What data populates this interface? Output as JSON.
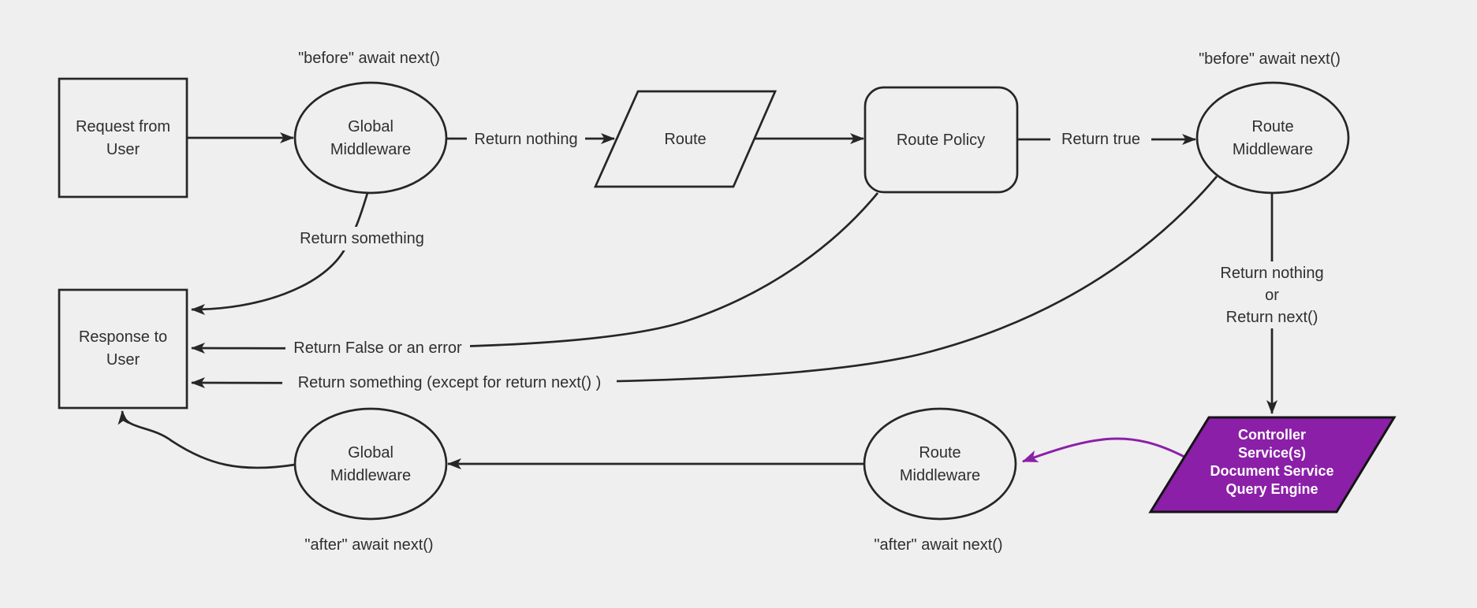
{
  "diagram": {
    "title_hint": "request middleware lifecycle flowchart",
    "colors": {
      "background": "#efefef",
      "line": "#262626",
      "text": "#2f2f2f",
      "purple_fill": "#8b1fa8",
      "purple_text": "#ffffff"
    },
    "nodes": {
      "request": {
        "line1": "Request from",
        "line2": "User"
      },
      "global_middleware_top": {
        "line1": "Global",
        "line2": "Middleware"
      },
      "route": {
        "label": "Route"
      },
      "route_policy": {
        "label": "Route Policy"
      },
      "route_middleware_top": {
        "line1": "Route",
        "line2": "Middleware"
      },
      "response": {
        "line1": "Response to",
        "line2": "User"
      },
      "controller": {
        "line1": "Controller",
        "line2": "Service(s)",
        "line3": "Document Service",
        "line4": "Query Engine"
      },
      "route_middleware_bottom": {
        "line1": "Route",
        "line2": "Middleware"
      },
      "global_middleware_bottom": {
        "line1": "Global",
        "line2": "Middleware"
      }
    },
    "annotations": {
      "before_await_left": "\"before\" await next()",
      "before_await_right": "\"before\" await next()",
      "after_await_left": "\"after\" await next()",
      "after_await_right": "\"after\" await next()"
    },
    "edge_labels": {
      "return_nothing": "Return nothing",
      "return_true": "Return true",
      "return_something": "Return something",
      "return_false": "Return False or an error",
      "return_something_except": "Return something (except for return next() )",
      "return_nothing_or_line1": "Return nothing",
      "return_nothing_or_line2": "or",
      "return_nothing_or_line3": "Return next()"
    }
  }
}
